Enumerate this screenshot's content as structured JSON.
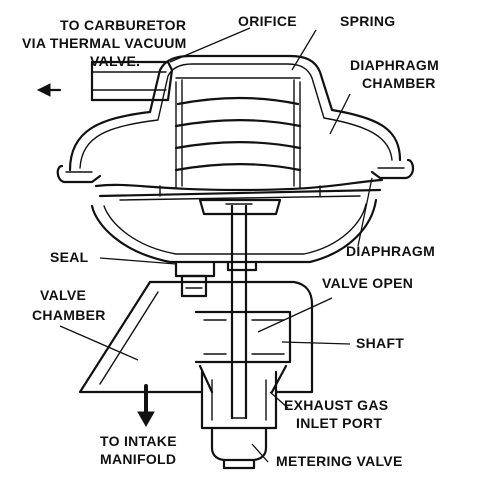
{
  "diagram": {
    "colors": {
      "ink": "#111111",
      "paper": "#ffffff"
    },
    "labels": {
      "carburetor_1": "TO CARBURETOR",
      "carburetor_2": "VIA THERMAL VACUUM",
      "carburetor_3": "VALVE.",
      "orifice": "ORIFICE",
      "spring": "SPRING",
      "diaphragm_chamber_1": "DIAPHRAGM",
      "diaphragm_chamber_2": "CHAMBER",
      "diaphragm": "DIAPHRAGM",
      "seal": "SEAL",
      "valve_chamber_1": "VALVE",
      "valve_chamber_2": "CHAMBER",
      "valve_open": "VALVE OPEN",
      "shaft": "SHAFT",
      "exhaust_1": "EXHAUST GAS",
      "exhaust_2": "INLET PORT",
      "intake_1": "TO INTAKE",
      "intake_2": "MANIFOLD",
      "metering_valve": "METERING VALVE"
    }
  }
}
